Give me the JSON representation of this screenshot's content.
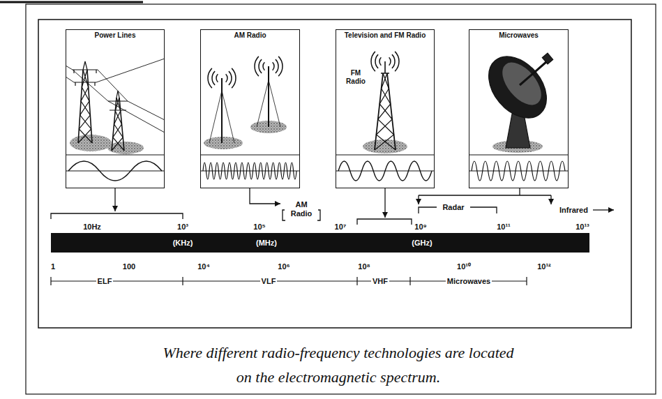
{
  "diagram": {
    "caption": "Where different radio-frequency technologies are located on the electromagnetic spectrum.",
    "nodes": [
      {
        "text": [
          "Power Lines"
        ]
      },
      {
        "text": [
          "AM Radio"
        ]
      },
      {
        "text": [
          "Television and FM Radio",
          "FM Radio"
        ]
      },
      {
        "text": [
          "Microwaves"
        ]
      }
    ],
    "labels": [
      "AM Radio",
      "Radar",
      "Infrared",
      "10Hz",
      "10³",
      "10⁵",
      "10⁷",
      "10⁹",
      "10¹¹",
      "10¹³",
      "(KHz)",
      "(MHz)",
      "(GHz)",
      "1",
      "100",
      "10⁴",
      "10⁶",
      "10⁸",
      "10¹⁰",
      "10¹²",
      "ELF",
      "VLF",
      "VHF",
      "Microwaves"
    ]
  }
}
